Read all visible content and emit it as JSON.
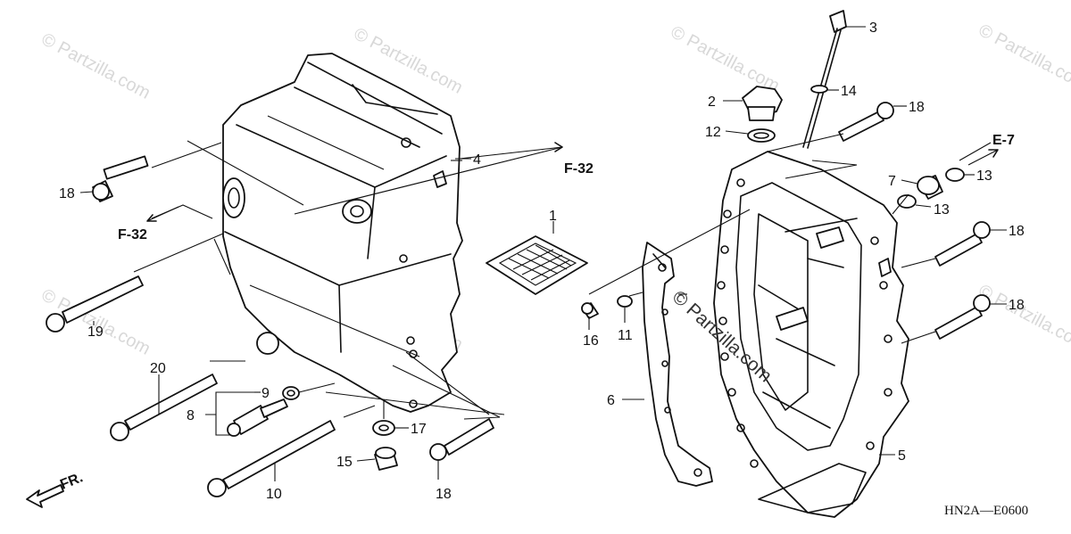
{
  "watermark": "© Partzilla.com",
  "center_watermark": "© Partzilla.com",
  "diagram_code": "HN2A—E0600",
  "refs": {
    "f32_right": "F-32",
    "f32_left": "F-32",
    "e7": "E-7",
    "front": "FR."
  },
  "callouts": {
    "c1": "1",
    "c2": "2",
    "c3": "3",
    "c4": "4",
    "c5": "5",
    "c6": "6",
    "c7": "7",
    "c8": "8",
    "c9": "9",
    "c10": "10",
    "c11": "11",
    "c12": "12",
    "c13a": "13",
    "c13b": "13",
    "c14": "14",
    "c15": "15",
    "c16": "16",
    "c17": "17",
    "c18a": "18",
    "c18b": "18",
    "c18c": "18",
    "c18d": "18",
    "c18e": "18",
    "c19": "19",
    "c20": "20"
  }
}
